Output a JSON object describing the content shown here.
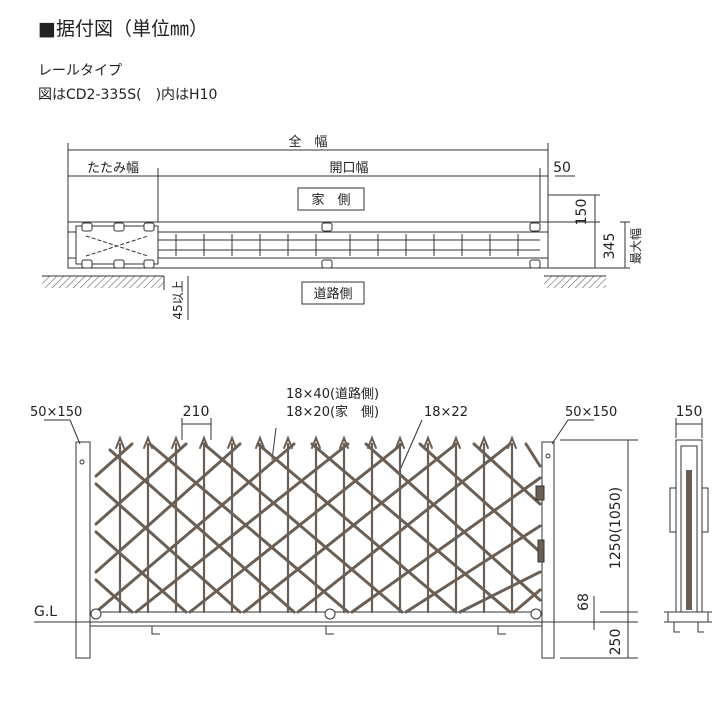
{
  "header": {
    "title": "■据付図（単位㎜）",
    "type_line": "レールタイプ",
    "model_line": "図はCD2-335S(　)内はH10"
  },
  "plan_view": {
    "full_width": "全　幅",
    "folded_width": "たたみ幅",
    "opening_width": "開口幅",
    "dim_50": "50",
    "house_side": "家　側",
    "road_side": "道路側",
    "dim_150": "150",
    "dim_345": "345",
    "max_width": "最大幅",
    "min_45": "45以上"
  },
  "elevation_view": {
    "post_left": "50×150",
    "post_right": "50×150",
    "pitch": "210",
    "bar_road": "18×40(道路側)",
    "bar_house": "18×20(家　側)",
    "bar_main": "18×22",
    "ground_level": "G.L",
    "height": "1250(1050)",
    "dim_68": "68",
    "dim_250": "250"
  },
  "side_view": {
    "width": "150"
  },
  "colors": {
    "line": "#333333",
    "gate_fill": "#6b5f55",
    "hatch": "#888888"
  }
}
